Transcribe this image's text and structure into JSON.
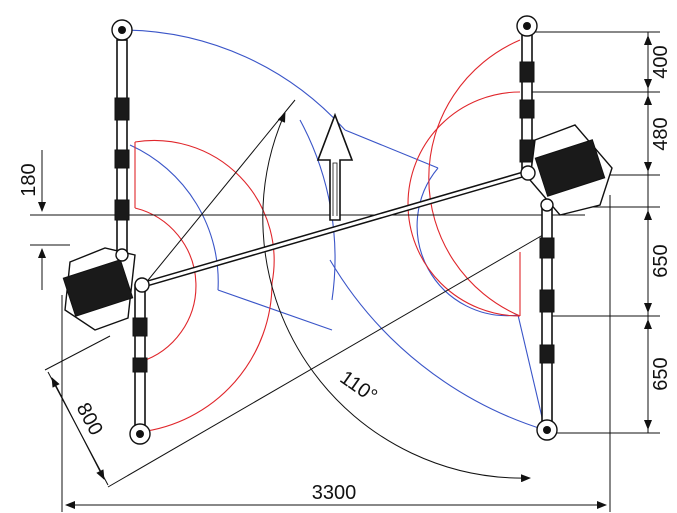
{
  "dimensions": {
    "d400": "400",
    "d480": "480",
    "d650_upper": "650",
    "d650_lower": "650",
    "d180": "180",
    "d800": "800",
    "d3300": "3300",
    "angle": "110°"
  },
  "colors": {
    "blue_arc": "#3a55c8",
    "red_arc": "#e0262b",
    "line": "#111111"
  },
  "icons": {
    "direction_arrow": "up-arrow-outline"
  }
}
